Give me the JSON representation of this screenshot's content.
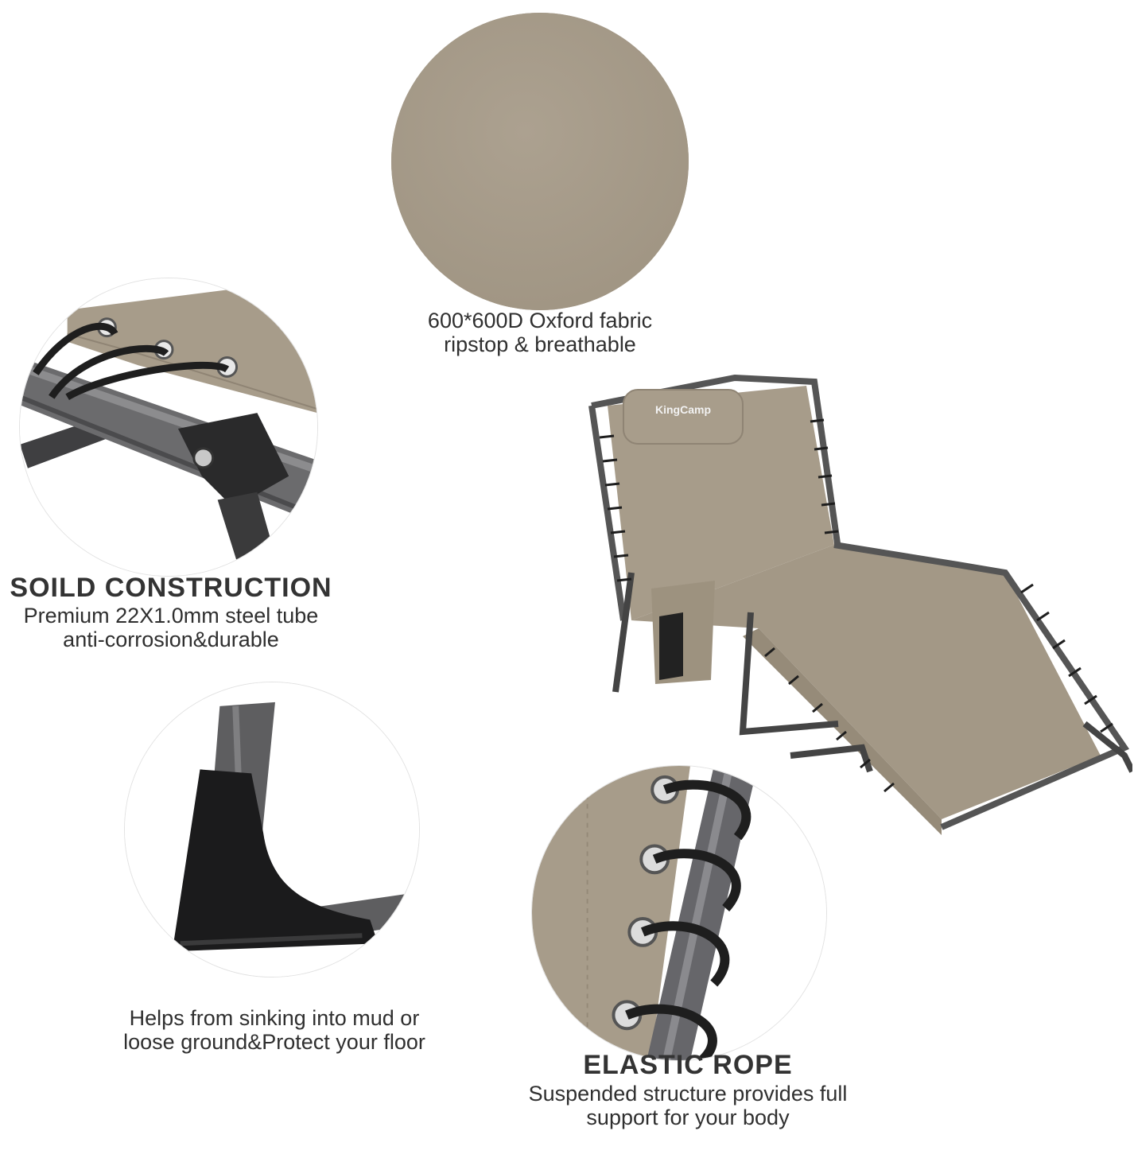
{
  "fabric": {
    "line1": "600*600D Oxford fabric",
    "line2": "ripstop & breathable",
    "swatch_color": "#a89d8b"
  },
  "steel": {
    "title": "SOILD CONSTRUCTION",
    "line1": "Premium 22X1.0mm steel tube",
    "line2": "anti-corrosion&durable"
  },
  "foot": {
    "line1": "Helps from sinking into mud or",
    "line2": "loose ground&Protect your floor"
  },
  "rope": {
    "title": "ELASTIC ROPE",
    "line1": "Suspended structure provides full",
    "line2": "support for your body"
  },
  "chair": {
    "brand": "KingCamp"
  },
  "colors": {
    "fabric": "#a89d8b",
    "steel": "#6b6b6d",
    "cord": "#1e1e1e"
  }
}
